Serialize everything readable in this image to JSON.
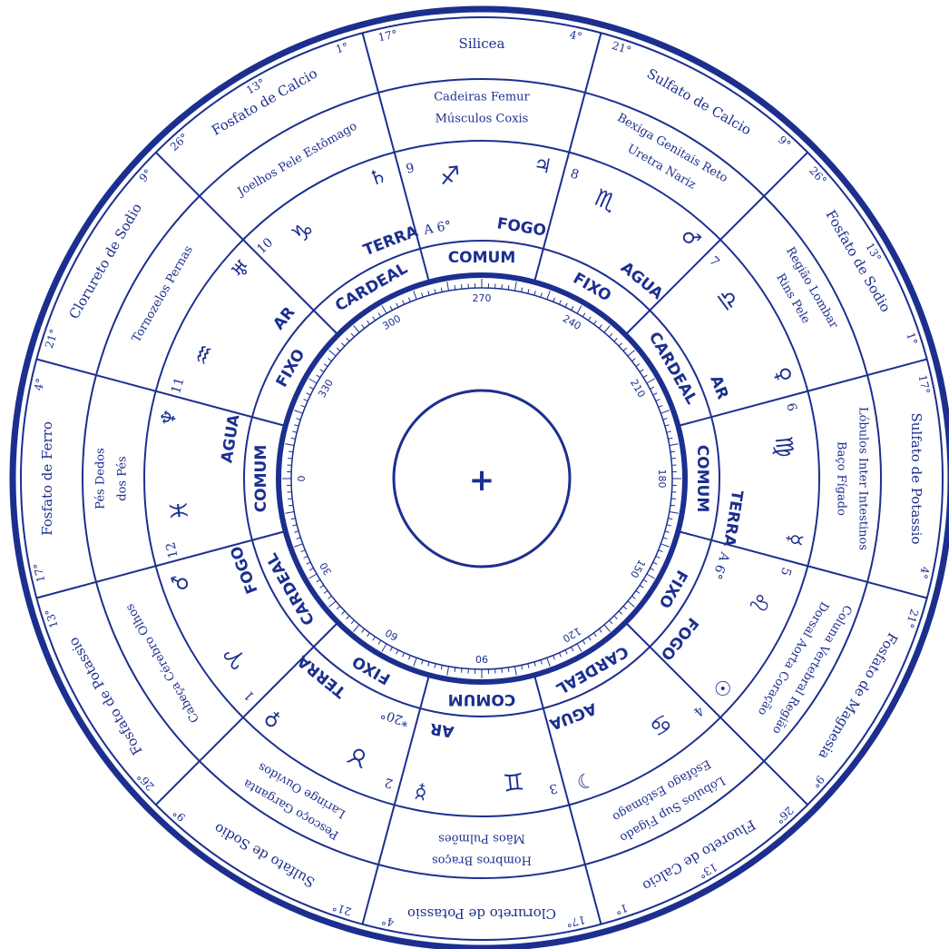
{
  "center_symbol": "+",
  "color": "#1c2f8f",
  "sectors": [
    {
      "sign": "Aries",
      "number": "1",
      "glyph": "♈",
      "planet": "♂",
      "element": "FOGO",
      "mode": "CARDEAL",
      "salt": "Fosfato de Potassio",
      "body": "Cabeça Cérebro Olhos",
      "degrees": [
        "13°",
        "26°"
      ]
    },
    {
      "sign": "Taurus",
      "number": "2",
      "glyph": "♉",
      "planet": "♀",
      "element": "TERRA",
      "mode": "FIXO",
      "salt": "Sulfato de Sodio",
      "body": "Pescoço Garganta Laringe Ouvidos",
      "degrees": [
        "9°",
        "21°"
      ],
      "extra": "*20°"
    },
    {
      "sign": "Gemini",
      "number": "3",
      "glyph": "♊",
      "planet": "☿",
      "element": "AR",
      "mode": "COMUM",
      "salt": "Clorureto de Potassio",
      "body": "Hombros Braços Mãos Pulmões",
      "degrees": [
        "4°",
        "17°"
      ]
    },
    {
      "sign": "Cancer",
      "number": "4",
      "glyph": "♋",
      "planet": "☽",
      "element": "AGUA",
      "mode": "CARDEAL",
      "salt": "Fluoreto de Calcio",
      "body": "Lóbulos Sup Fígado Esôfago Estômago",
      "degrees": [
        "1°",
        "13°",
        "26°"
      ]
    },
    {
      "sign": "Leo",
      "number": "5",
      "glyph": "♌",
      "planet": "☉",
      "element": "FOGO",
      "mode": "FIXO",
      "salt": "Fosfato de Magnesia",
      "body": "Coluna Vertebral Região Dorsal Aorta Coração",
      "degrees": [
        "9°",
        "21°"
      ],
      "extra": "A 6°"
    },
    {
      "sign": "Virgo",
      "number": "6",
      "glyph": "♍",
      "planet": "☿",
      "element": "TERRA",
      "mode": "COMUM",
      "salt": "Sulfato de Potassio",
      "body": "Lóbulos Inter Intestinos Baço Fígado",
      "degrees": [
        "4°",
        "17°"
      ]
    },
    {
      "sign": "Libra",
      "number": "7",
      "glyph": "♎",
      "planet": "♀",
      "element": "AR",
      "mode": "CARDEAL",
      "salt": "Fosfato de Sodio",
      "body": "Região Lombar Rins Pele",
      "degrees": [
        "1°",
        "13°",
        "26°"
      ]
    },
    {
      "sign": "Scorpio",
      "number": "8",
      "glyph": "♏",
      "planet": "♂",
      "element": "AGUA",
      "mode": "FIXO",
      "salt": "Sulfato de Calcio",
      "body": "Bexiga Genitais Reto Uretra Nariz",
      "degrees": [
        "9°",
        "21°"
      ]
    },
    {
      "sign": "Sagittarius",
      "number": "9",
      "glyph": "♐",
      "planet": "♃",
      "element": "FOGO",
      "mode": "COMUM",
      "salt": "Silicea",
      "body": "Cadeiras Femur Músculos Coxis",
      "degrees": [
        "4°",
        "17°"
      ],
      "extra": "A 6°"
    },
    {
      "sign": "Capricorn",
      "number": "10",
      "glyph": "♑",
      "planet": "♄",
      "element": "TERRA",
      "mode": "CARDEAL",
      "salt": "Fosfato de Calcio",
      "body": "Joelhos Pele Estômago",
      "degrees": [
        "1°",
        "13°",
        "26°"
      ]
    },
    {
      "sign": "Aquarius",
      "number": "11",
      "glyph": "♒",
      "planet": "♅",
      "element": "AR",
      "mode": "FIXO",
      "salt": "Clorureto de Sodio",
      "body": "Tornozelos Pernas",
      "degrees": [
        "9°",
        "21°"
      ]
    },
    {
      "sign": "Pisces",
      "number": "12",
      "glyph": "♓",
      "planet": "♆",
      "element": "AGUA",
      "mode": "COMUM",
      "salt": "Fosfato de Ferro",
      "body": "Pés Dedos dos Pés",
      "degrees": [
        "4°",
        "17°"
      ]
    }
  ],
  "scale_labels": [
    "0",
    "30",
    "60",
    "90",
    "120",
    "150",
    "180",
    "210",
    "240",
    "270",
    "300",
    "330"
  ]
}
